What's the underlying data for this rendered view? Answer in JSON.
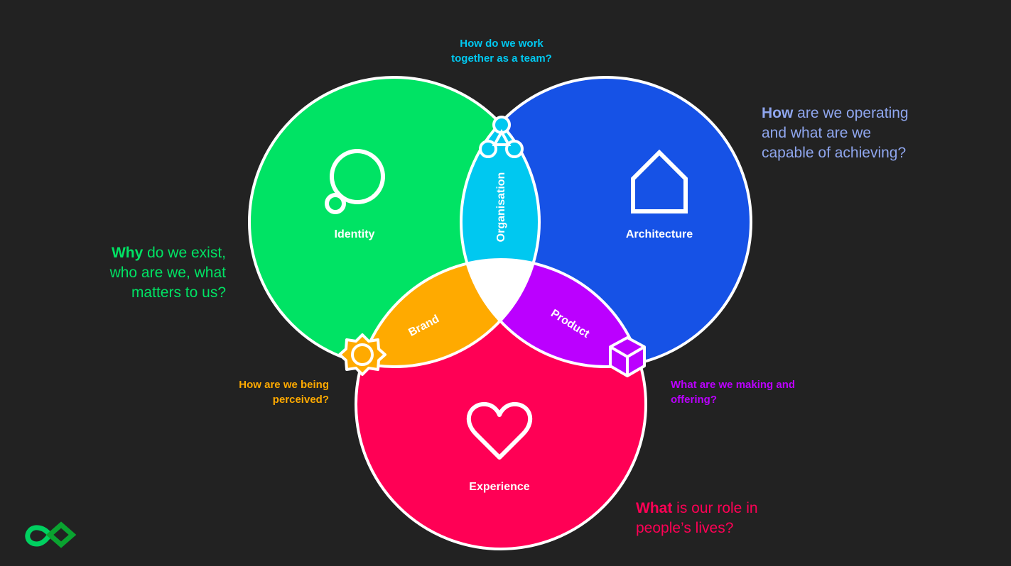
{
  "colors": {
    "background": "#222222",
    "identity": "#00e364",
    "architecture": "#1652e6",
    "experience": "#ff0055",
    "organisation": "#00c8f0",
    "brand": "#ffaa00",
    "product": "#bb00ff",
    "center": "#ffffff"
  },
  "circles": {
    "identity": "Identity",
    "architecture": "Architecture",
    "experience": "Experience"
  },
  "overlaps": {
    "organisation": "Organisation",
    "brand": "Brand",
    "product": "Product"
  },
  "questions": {
    "organisation": "How do we work together as a team?",
    "identity": {
      "strong": "Why",
      "rest": " do we exist, who are we, what matters to us?"
    },
    "architecture": {
      "strong": "How",
      "rest": " are we operating and what are we capable of achieving?"
    },
    "experience": {
      "strong": "What",
      "rest": " is our role in people’s lives?"
    },
    "brand": "How are we being perceived?",
    "product": "What are we making and offering?"
  },
  "icons": [
    "thought-bubble-icon",
    "house-icon",
    "heart-icon",
    "network-triangle-icon",
    "sun-badge-icon",
    "cube-icon",
    "infinity-logo-icon"
  ]
}
